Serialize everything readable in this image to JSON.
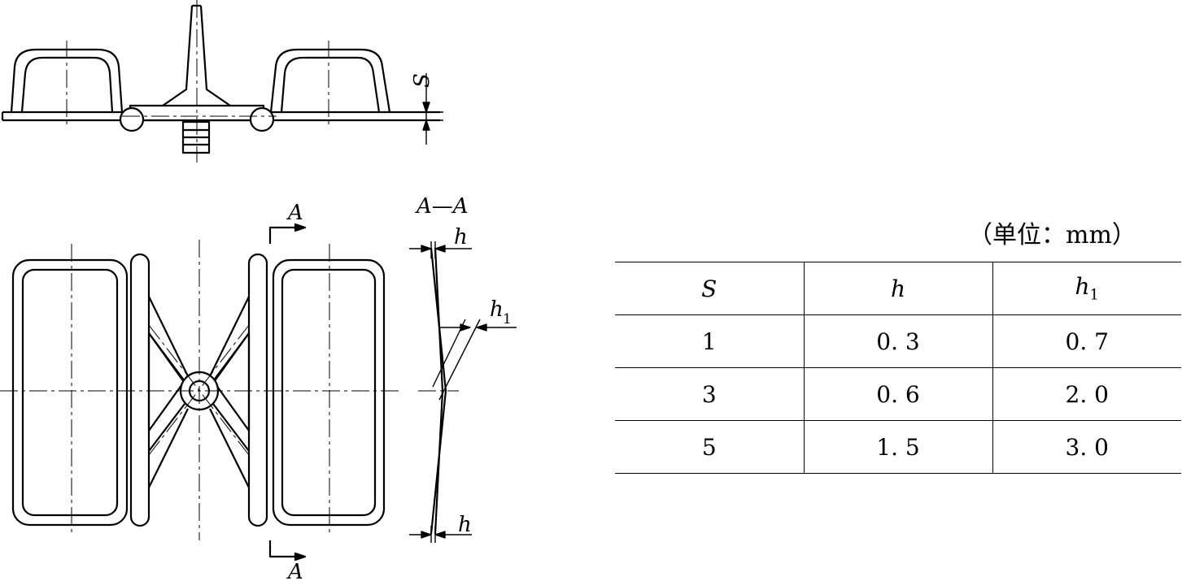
{
  "labels": {
    "dim_s": "S",
    "section_top": "A",
    "section_bottom": "A",
    "section_view_title": "A—A",
    "dim_h_top": "h",
    "dim_h1_main": "h",
    "dim_h1_sub": "1",
    "dim_h_bottom": "h"
  },
  "unit_note": "（单位：mm）",
  "table": {
    "headers": [
      {
        "main": "S",
        "sub": ""
      },
      {
        "main": "h",
        "sub": ""
      },
      {
        "main": "h",
        "sub": "1"
      }
    ],
    "rows": [
      [
        "1",
        "0. 3",
        "0. 7"
      ],
      [
        "3",
        "0. 6",
        "2. 0"
      ],
      [
        "5",
        "1. 5",
        "3. 0"
      ]
    ]
  }
}
